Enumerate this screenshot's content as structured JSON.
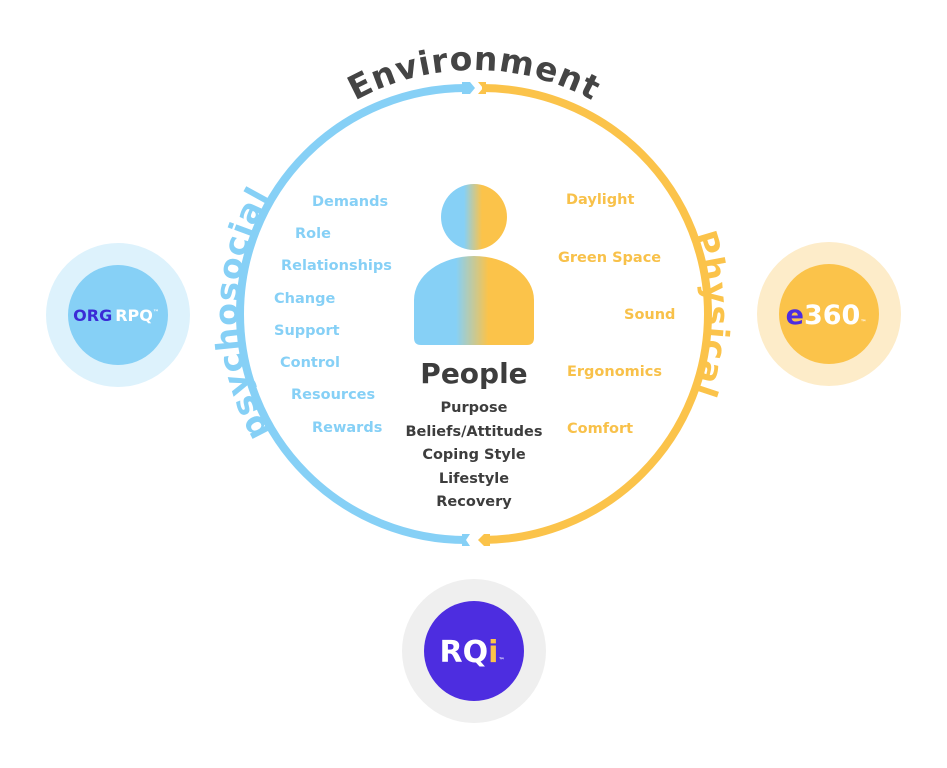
{
  "title": "Environment",
  "left_arc_label": "psychosocial",
  "right_arc_label": "Physical",
  "center": {
    "heading": "People",
    "traits": [
      "Purpose",
      "Beliefs/Attitudes",
      "Coping Style",
      "Lifestyle",
      "Recovery"
    ]
  },
  "psychosocial_items": [
    "Demands",
    "Role",
    "Relationships",
    "Change",
    "Support",
    "Control",
    "Resources",
    "Rewards"
  ],
  "physical_items": [
    "Daylight",
    "Green Space",
    "Sound",
    "Ergonomics",
    "Comfort"
  ],
  "logos": {
    "orgrpq": {
      "part1": "ORG",
      "part2": "RPQ",
      "tm": "™"
    },
    "e360": {
      "part1": "e",
      "part2": "360",
      "tm": "™"
    },
    "rqi": {
      "part1": "RQ",
      "part2": "i",
      "tm": "™"
    }
  },
  "colors": {
    "blue": "#86d0f6",
    "light_blue": "#ddf2fc",
    "orange": "#fbc34a",
    "light_orange": "#fdecc9",
    "purple": "#4d2de0",
    "gray": "#efefef",
    "text": "#3d3d3d"
  }
}
